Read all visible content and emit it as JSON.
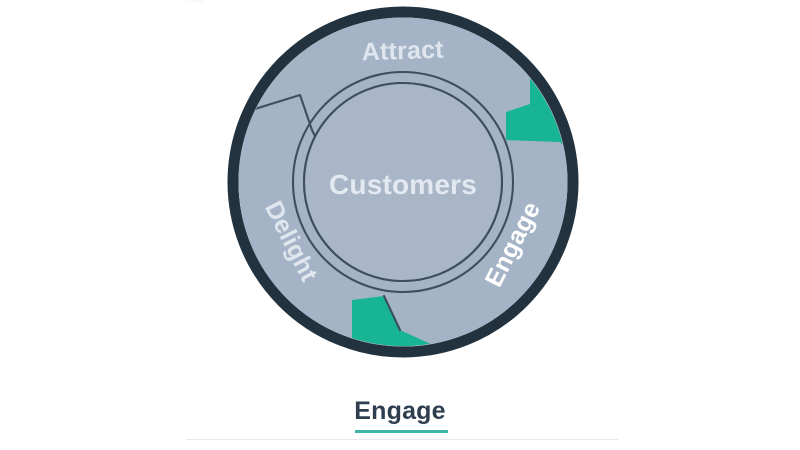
{
  "diagram": {
    "type": "flywheel",
    "center_label": "Customers",
    "segments": [
      {
        "id": "attract",
        "label": "Attract",
        "state": "inactive",
        "color": "#a4b3c6",
        "text_color": "#dfe6ee"
      },
      {
        "id": "engage",
        "label": "Engage",
        "state": "active",
        "color": "#17b495",
        "text_color": "#ffffff"
      },
      {
        "id": "delight",
        "label": "Delight",
        "state": "inactive",
        "color": "#a4b3c6",
        "text_color": "#dfe6ee"
      }
    ],
    "ring_color": "#22333f",
    "inner_ring_color": "#3c4f60",
    "center_fill": "#a9b6c8"
  },
  "caption": {
    "label": "Engage",
    "text_color": "#2e3e4e",
    "underline_color": "#3fb6a8"
  },
  "colors": {
    "background": "#ffffff",
    "teal": "#17b495",
    "gray_blue": "#a4b3c6",
    "navy": "#22333f",
    "divider": "#e9eaec"
  }
}
